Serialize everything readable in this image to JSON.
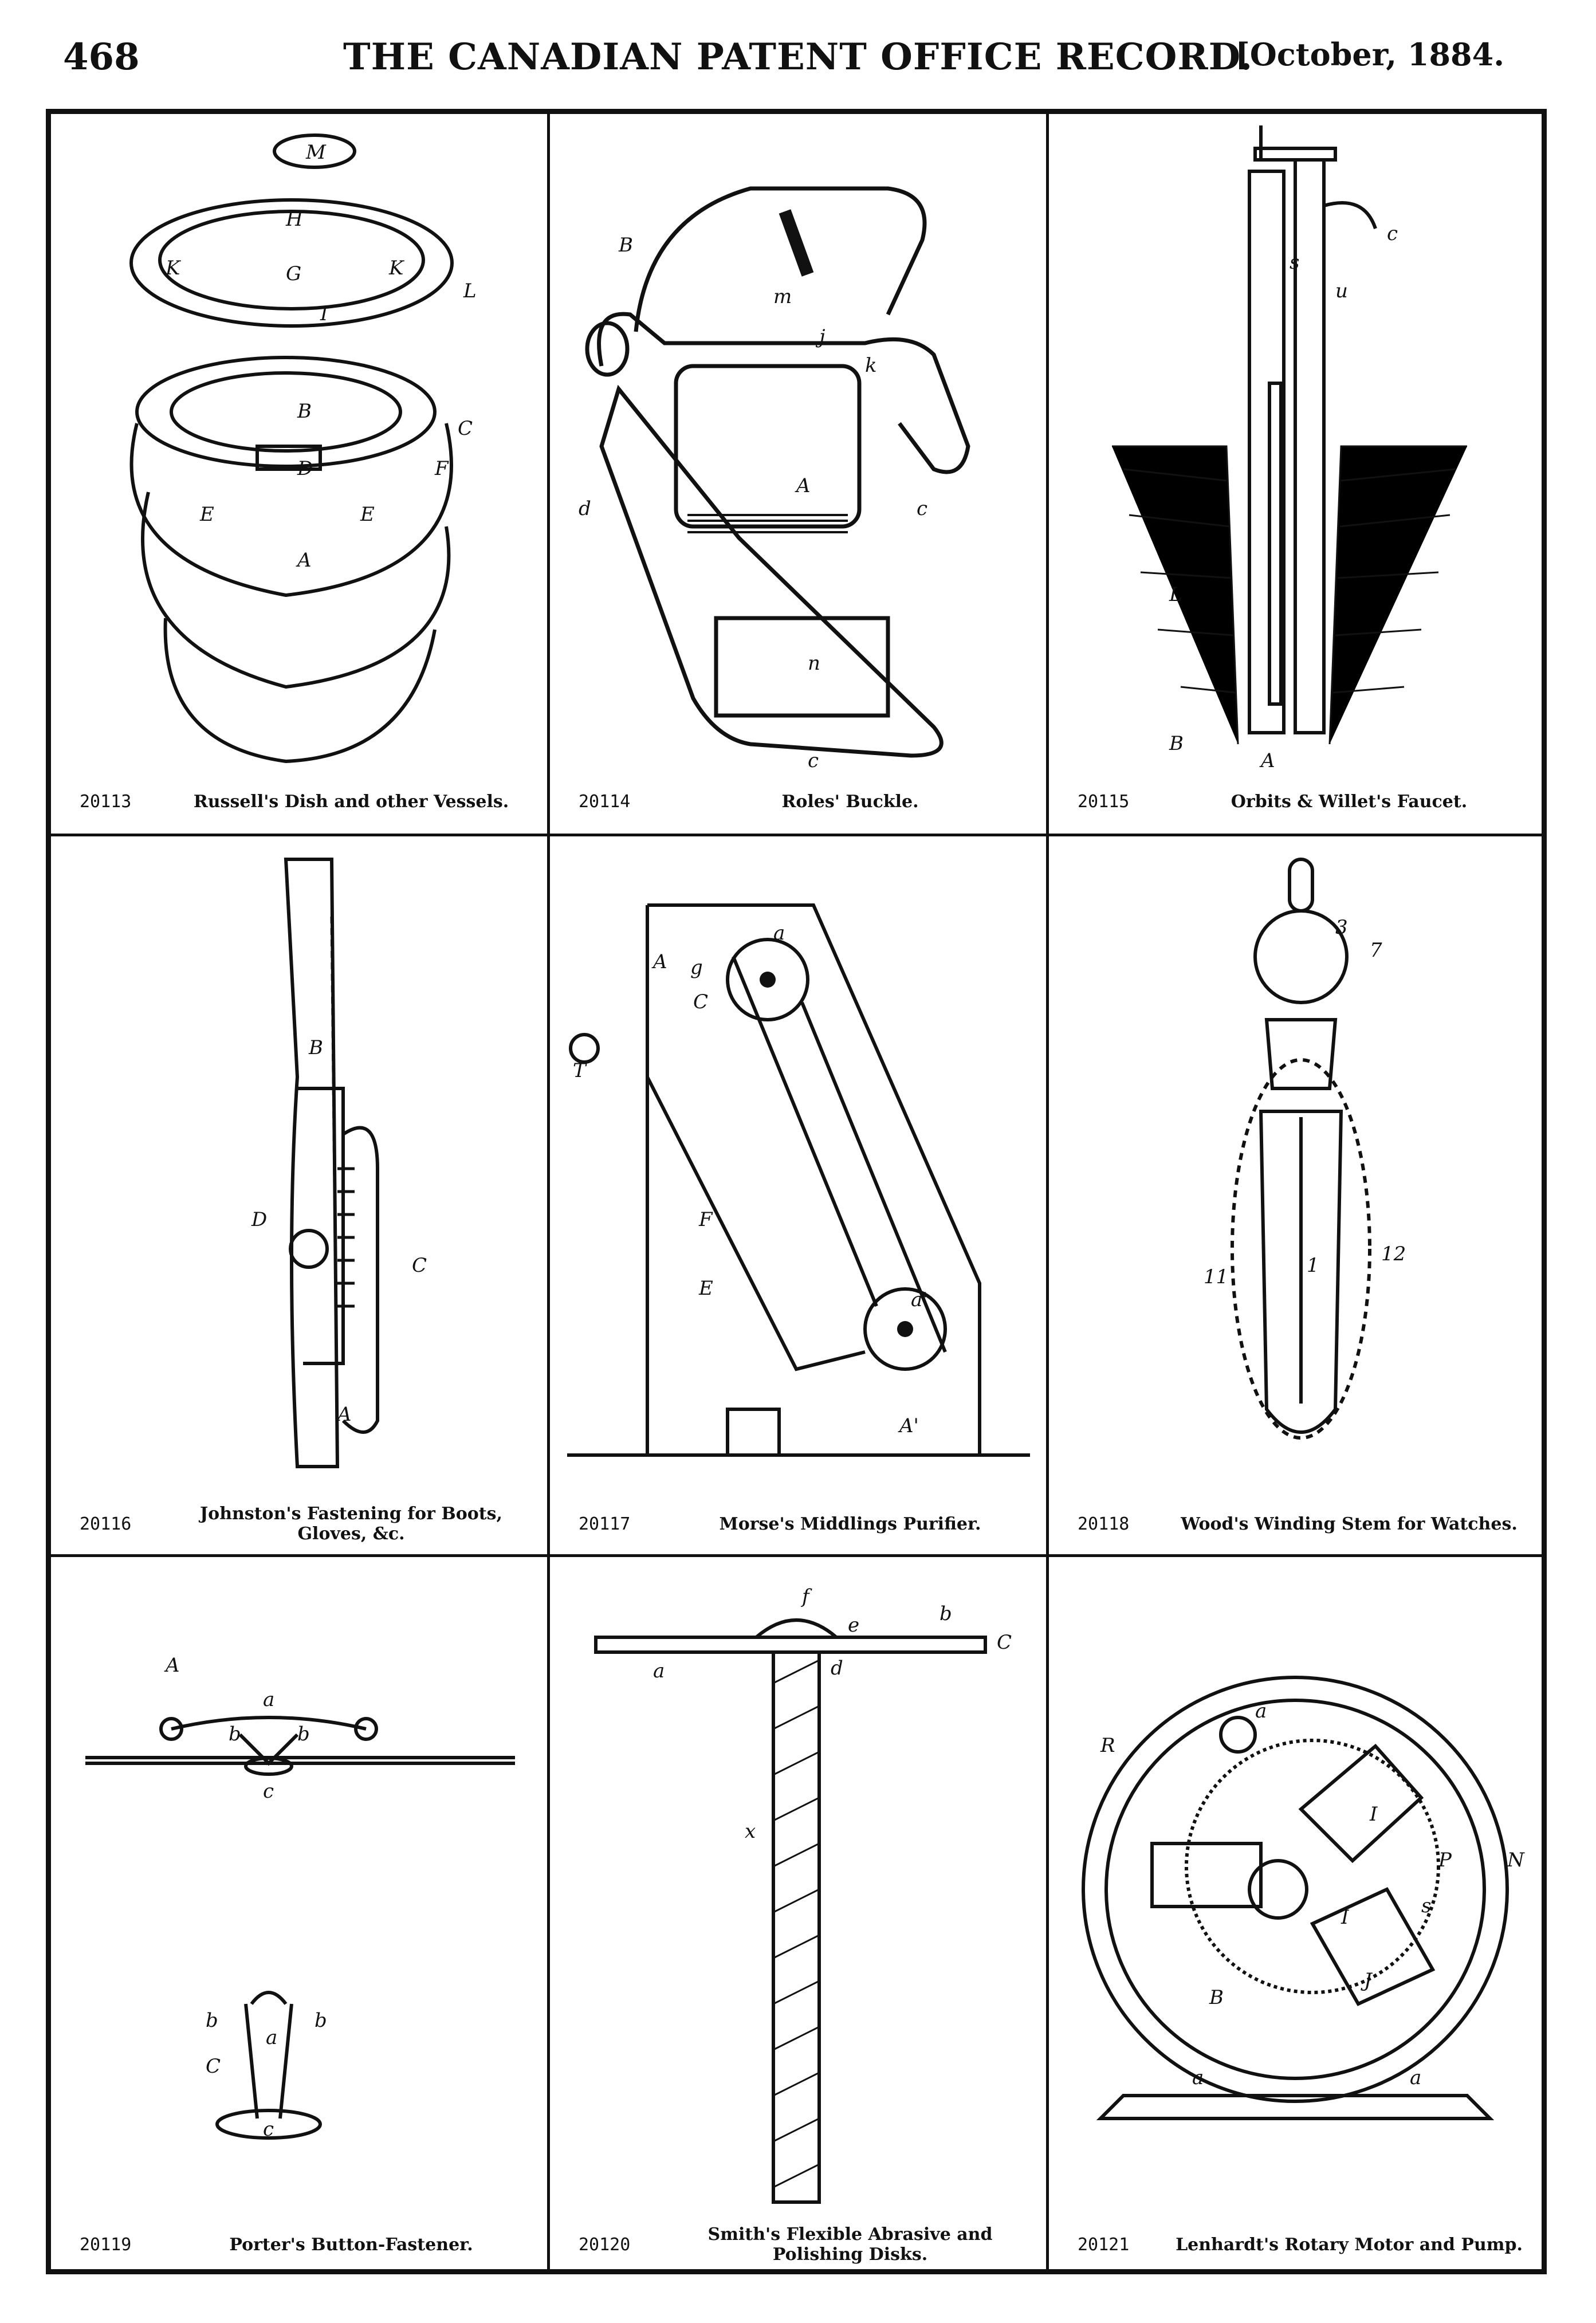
{
  "page": {
    "number": "468",
    "title": "THE CANADIAN PATENT OFFICE RECORD.",
    "date": "[October, 1884."
  },
  "figures": [
    {
      "number": "20113",
      "caption": "Russell's Dish and other Vessels.",
      "labels": [
        "M",
        "H",
        "K",
        "G",
        "K",
        "L",
        "I",
        "B",
        "C",
        "D",
        "E",
        "F",
        "E",
        "A"
      ]
    },
    {
      "number": "20114",
      "caption": "Roles' Buckle.",
      "labels": [
        "B",
        "m",
        "j",
        "k",
        "A",
        "c",
        "d",
        "n",
        "c"
      ]
    },
    {
      "number": "20115",
      "caption": "Orbits & Willet's Faucet.",
      "labels": [
        "c",
        "s",
        "u",
        "L",
        "B",
        "A"
      ]
    },
    {
      "number": "20116",
      "caption": "Johnston's Fastening for Boots, Gloves, &c.",
      "labels": [
        "B",
        "D",
        "C",
        "A"
      ]
    },
    {
      "number": "20117",
      "caption": "Morse's Middlings Purifier.",
      "labels": [
        "a",
        "g",
        "C",
        "A",
        "T",
        "a'",
        "F",
        "E",
        "A'"
      ]
    },
    {
      "number": "20118",
      "caption": "Wood's Winding Stem for Watches.",
      "labels": [
        "3",
        "7",
        "11",
        "12",
        "1"
      ]
    },
    {
      "number": "20119",
      "caption": "Porter's Button-Fastener.",
      "labels": [
        "A",
        "a",
        "b",
        "b",
        "c",
        "b",
        "a",
        "b",
        "C",
        "c"
      ]
    },
    {
      "number": "20120",
      "caption": "Smith's Flexible Abrasive and Polishing Disks.",
      "labels": [
        "f",
        "e",
        "b",
        "C",
        "a",
        "d",
        "x"
      ]
    },
    {
      "number": "20121",
      "caption": "Lenhardt's Rotary Motor and Pump.",
      "labels": [
        "R",
        "a",
        "N",
        "I",
        "P",
        "I",
        "s",
        "J",
        "B",
        "a",
        "a"
      ]
    }
  ]
}
